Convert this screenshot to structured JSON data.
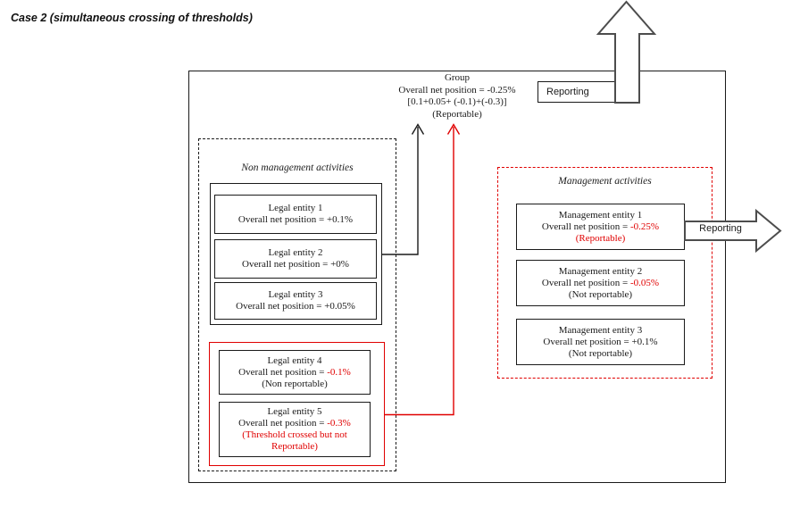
{
  "title": "Case 2 (simultaneous crossing of thresholds)",
  "colors": {
    "accent_red": "#e00000",
    "line_black": "#1a1a1a",
    "arrow_outline": "#4d4d4d"
  },
  "group": {
    "title": "Group",
    "position": "Overall net position = -0.25%",
    "formula": "[0.1+0.05+ (-0.1)+(-0.3)]",
    "status": "(Reportable)"
  },
  "reporting_top_label": "Reporting",
  "reporting_right_label": "Reporting",
  "non_management": {
    "label": "Non management activities",
    "entities": [
      {
        "name": "Legal entity 1",
        "prefix": "Overall net position = ",
        "value": "+0.1%",
        "note": ""
      },
      {
        "name": "Legal entity 2",
        "prefix": "Overall net position = ",
        "value": "+0%",
        "note": ""
      },
      {
        "name": "Legal entity 3",
        "prefix": "Overall net position = ",
        "value": "+0.05%",
        "note": ""
      },
      {
        "name": "Legal entity 4",
        "prefix": "Overall net position = ",
        "value": "-0.1%",
        "note": "(Non reportable)"
      },
      {
        "name": "Legal entity 5",
        "prefix": "Overall net position = ",
        "value": "-0.3%",
        "note": "(Threshold crossed but not Reportable)"
      }
    ]
  },
  "management": {
    "label": "Management activities",
    "entities": [
      {
        "name": "Management entity 1",
        "prefix": "Overall net position = ",
        "value": "-0.25%",
        "note": "(Reportable)"
      },
      {
        "name": "Management entity 2",
        "prefix": "Overall net position = ",
        "value": "-0.05%",
        "note": "(Not reportable)"
      },
      {
        "name": "Management entity 3",
        "prefix": "Overall net position = ",
        "value": "+0.1%",
        "note": "(Not reportable)"
      }
    ]
  }
}
